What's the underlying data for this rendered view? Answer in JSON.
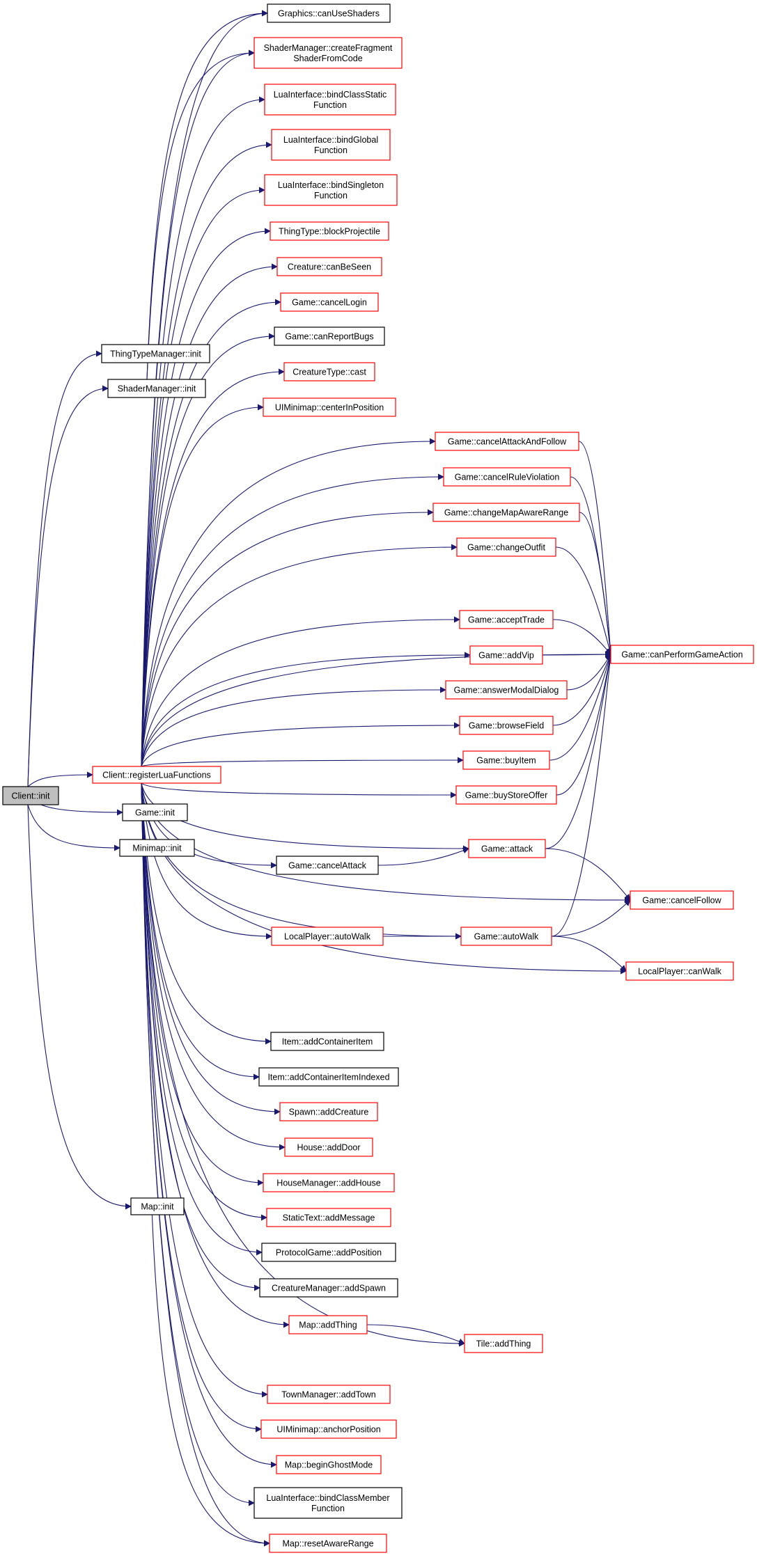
{
  "colors": {
    "edge": "#191970",
    "border_black": "#000000",
    "border_red": "#ff0000",
    "root_fill": "#bfbfbf",
    "node_fill": "#ffffff"
  },
  "nodes": {
    "client_init": {
      "lines": [
        "Client::init"
      ],
      "border": "black",
      "fill": "gray"
    },
    "thingtypemanager_init": {
      "lines": [
        "ThingTypeManager::init"
      ],
      "border": "black"
    },
    "shadermanager_init": {
      "lines": [
        "ShaderManager::init"
      ],
      "border": "black"
    },
    "register": {
      "lines": [
        "Client::registerLuaFunctions"
      ],
      "border": "red"
    },
    "game_init": {
      "lines": [
        "Game::init"
      ],
      "border": "black"
    },
    "minimap_init": {
      "lines": [
        "Minimap::init"
      ],
      "border": "black"
    },
    "map_init": {
      "lines": [
        "Map::init"
      ],
      "border": "black"
    },
    "can_use_shaders": {
      "lines": [
        "Graphics::canUseShaders"
      ],
      "border": "black"
    },
    "create_fragment": {
      "lines": [
        "ShaderManager::createFragment",
        "ShaderFromCode"
      ],
      "border": "red"
    },
    "bind_class_static": {
      "lines": [
        "LuaInterface::bindClassStatic",
        "Function"
      ],
      "border": "red"
    },
    "bind_global": {
      "lines": [
        "LuaInterface::bindGlobal",
        "Function"
      ],
      "border": "red"
    },
    "bind_singleton": {
      "lines": [
        "LuaInterface::bindSingleton",
        "Function"
      ],
      "border": "red"
    },
    "block_projectile": {
      "lines": [
        "ThingType::blockProjectile"
      ],
      "border": "red"
    },
    "can_be_seen": {
      "lines": [
        "Creature::canBeSeen"
      ],
      "border": "red"
    },
    "cancel_login": {
      "lines": [
        "Game::cancelLogin"
      ],
      "border": "red"
    },
    "can_report_bugs": {
      "lines": [
        "Game::canReportBugs"
      ],
      "border": "black"
    },
    "cast": {
      "lines": [
        "CreatureType::cast"
      ],
      "border": "red"
    },
    "center_in_position": {
      "lines": [
        "UIMinimap::centerInPosition"
      ],
      "border": "red"
    },
    "cancel_attack_follow": {
      "lines": [
        "Game::cancelAttackAndFollow"
      ],
      "border": "red"
    },
    "cancel_rule_violation": {
      "lines": [
        "Game::cancelRuleViolation"
      ],
      "border": "red"
    },
    "change_map_aware": {
      "lines": [
        "Game::changeMapAwareRange"
      ],
      "border": "red"
    },
    "change_outfit": {
      "lines": [
        "Game::changeOutfit"
      ],
      "border": "red"
    },
    "accept_trade": {
      "lines": [
        "Game::acceptTrade"
      ],
      "border": "red"
    },
    "add_vip": {
      "lines": [
        "Game::addVip"
      ],
      "border": "red"
    },
    "can_perform": {
      "lines": [
        "Game::canPerformGameAction"
      ],
      "border": "red"
    },
    "answer_modal": {
      "lines": [
        "Game::answerModalDialog"
      ],
      "border": "red"
    },
    "browse_field": {
      "lines": [
        "Game::browseField"
      ],
      "border": "red"
    },
    "buy_item": {
      "lines": [
        "Game::buyItem"
      ],
      "border": "red"
    },
    "buy_store_offer": {
      "lines": [
        "Game::buyStoreOffer"
      ],
      "border": "red"
    },
    "attack": {
      "lines": [
        "Game::attack"
      ],
      "border": "red"
    },
    "cancel_attack": {
      "lines": [
        "Game::cancelAttack"
      ],
      "border": "black"
    },
    "cancel_follow": {
      "lines": [
        "Game::cancelFollow"
      ],
      "border": "red"
    },
    "lp_auto_walk": {
      "lines": [
        "LocalPlayer::autoWalk"
      ],
      "border": "red"
    },
    "auto_walk": {
      "lines": [
        "Game::autoWalk"
      ],
      "border": "red"
    },
    "can_walk": {
      "lines": [
        "LocalPlayer::canWalk"
      ],
      "border": "red"
    },
    "add_container_item": {
      "lines": [
        "Item::addContainerItem"
      ],
      "border": "black"
    },
    "add_container_item_indexed": {
      "lines": [
        "Item::addContainerItemIndexed"
      ],
      "border": "black"
    },
    "add_creature": {
      "lines": [
        "Spawn::addCreature"
      ],
      "border": "red"
    },
    "add_door": {
      "lines": [
        "House::addDoor"
      ],
      "border": "red"
    },
    "add_house": {
      "lines": [
        "HouseManager::addHouse"
      ],
      "border": "red"
    },
    "add_message": {
      "lines": [
        "StaticText::addMessage"
      ],
      "border": "red"
    },
    "add_position": {
      "lines": [
        "ProtocolGame::addPosition"
      ],
      "border": "black"
    },
    "add_spawn": {
      "lines": [
        "CreatureManager::addSpawn"
      ],
      "border": "black"
    },
    "map_add_thing": {
      "lines": [
        "Map::addThing"
      ],
      "border": "red"
    },
    "tile_add_thing": {
      "lines": [
        "Tile::addThing"
      ],
      "border": "red"
    },
    "add_town": {
      "lines": [
        "TownManager::addTown"
      ],
      "border": "red"
    },
    "anchor_position": {
      "lines": [
        "UIMinimap::anchorPosition"
      ],
      "border": "red"
    },
    "begin_ghost": {
      "lines": [
        "Map::beginGhostMode"
      ],
      "border": "red"
    },
    "bind_class_member": {
      "lines": [
        "LuaInterface::bindClassMember",
        "Function"
      ],
      "border": "black"
    },
    "reset_aware_range": {
      "lines": [
        "Map::resetAwareRange"
      ],
      "border": "red"
    }
  }
}
